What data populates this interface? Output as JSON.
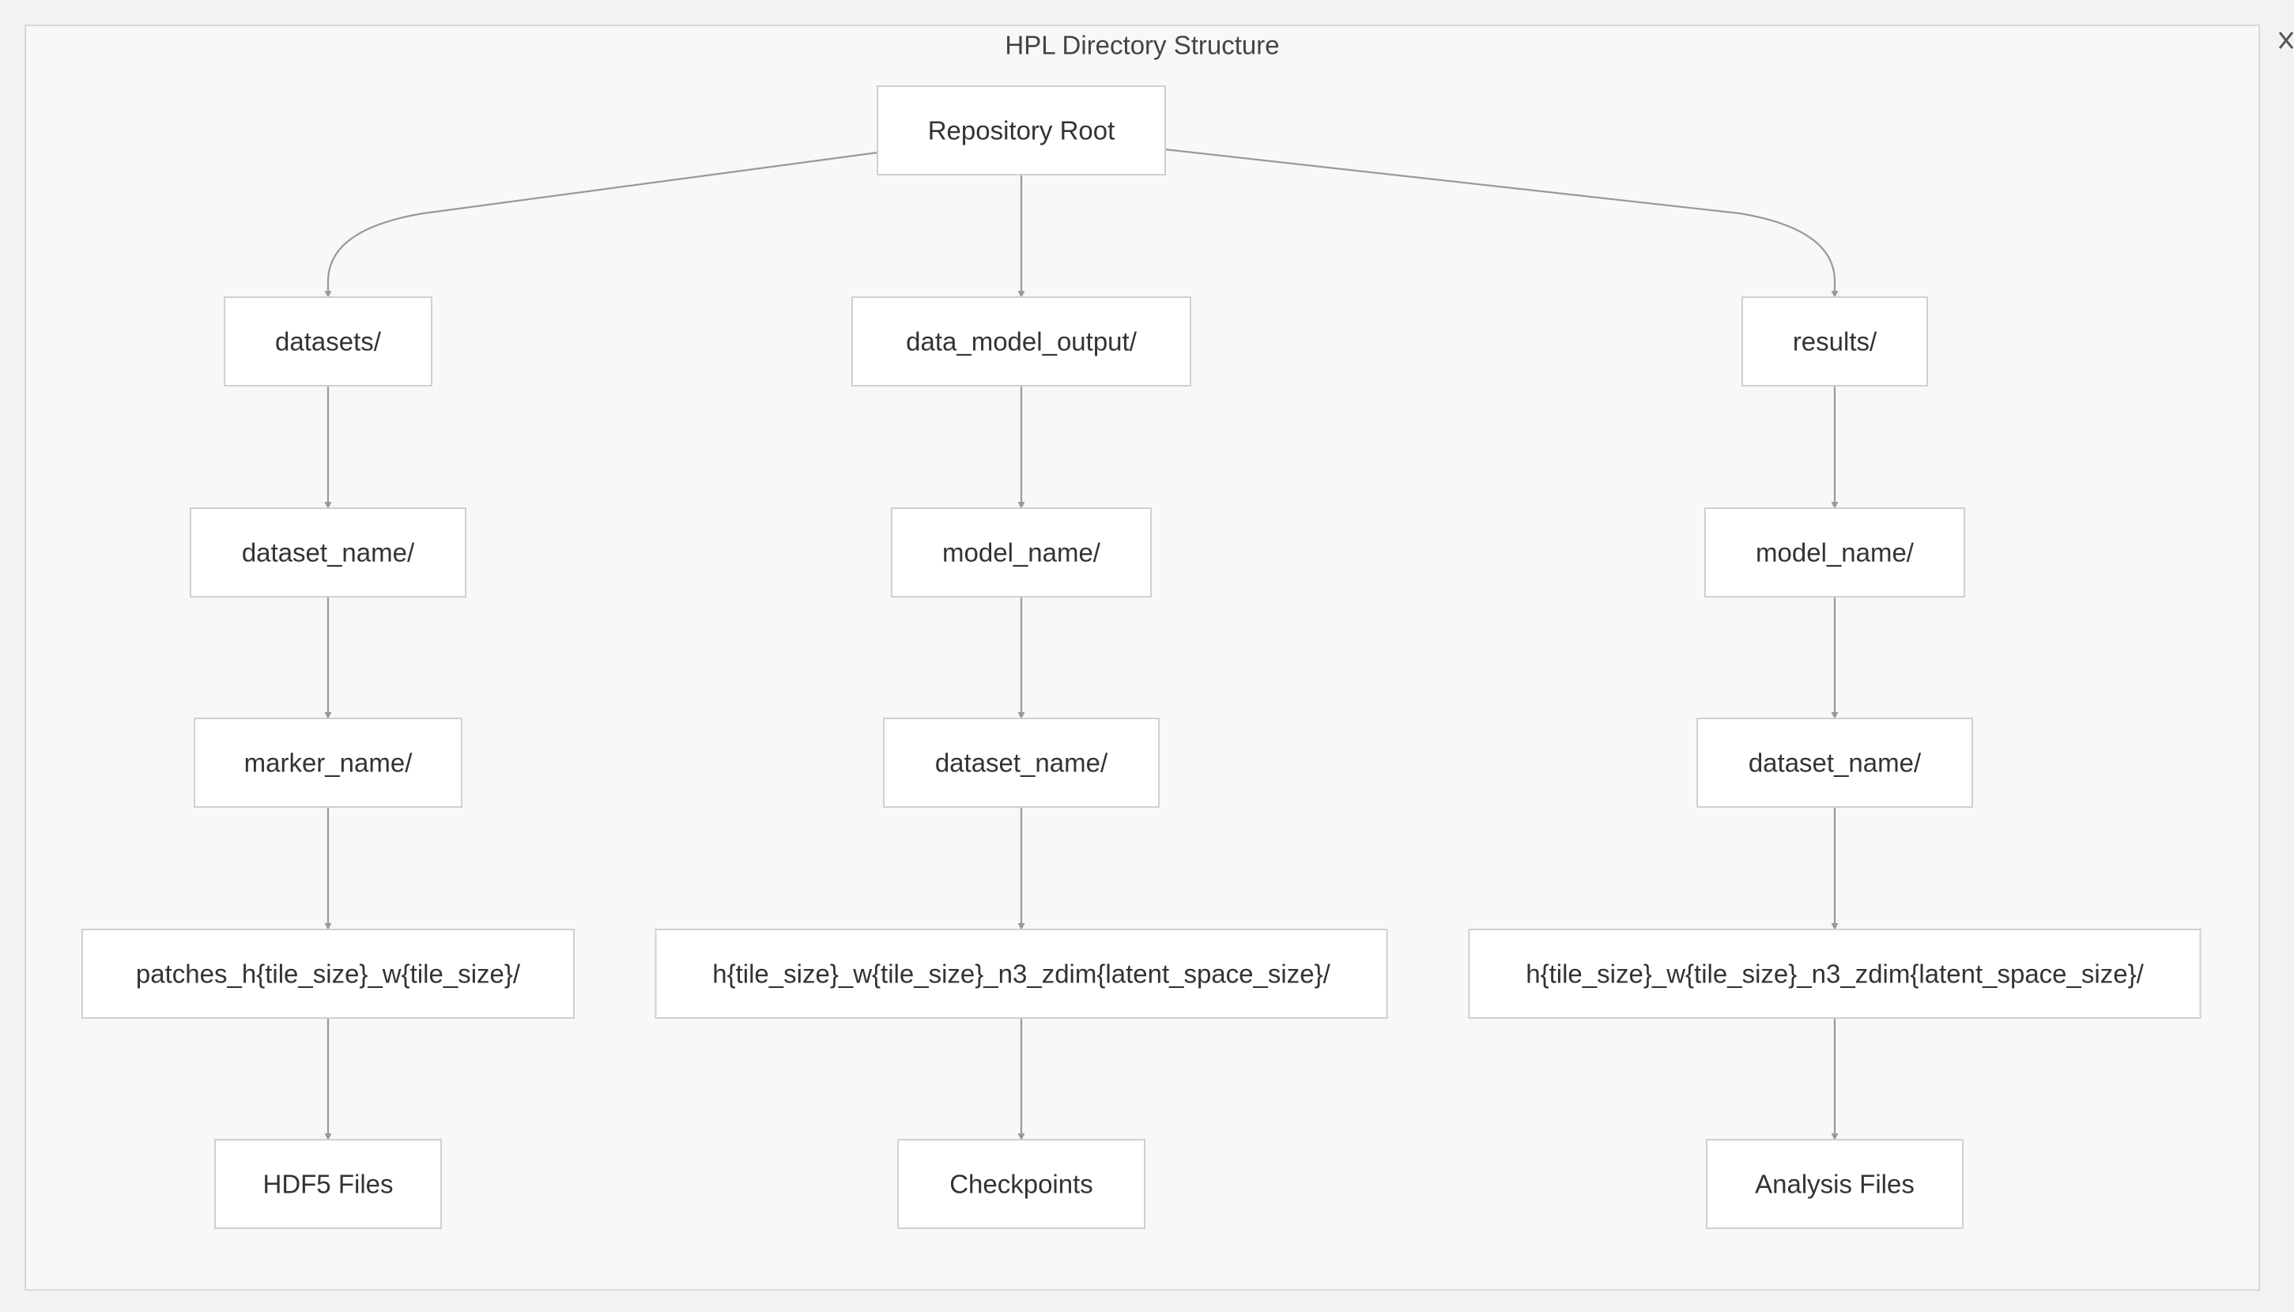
{
  "title": "HPL Directory Structure",
  "colors": {
    "page_background": "#f3f2f1",
    "panel_background": "#f8f8f8",
    "node_fill": "#ffffff",
    "node_border": "#d0d0d0",
    "edge": "#999999",
    "text": "#333333"
  },
  "icons": {
    "close": "close-icon"
  },
  "nodes": [
    {
      "id": "root",
      "label": "Repository Root"
    },
    {
      "id": "datasets",
      "label": "datasets/"
    },
    {
      "id": "dmo",
      "label": "data_model_output/"
    },
    {
      "id": "results",
      "label": "results/"
    },
    {
      "id": "ds_dataset",
      "label": "dataset_name/"
    },
    {
      "id": "dmo_model",
      "label": "model_name/"
    },
    {
      "id": "res_model",
      "label": "model_name/"
    },
    {
      "id": "ds_marker",
      "label": "marker_name/"
    },
    {
      "id": "dmo_dataset",
      "label": "dataset_name/"
    },
    {
      "id": "res_dataset",
      "label": "dataset_name/"
    },
    {
      "id": "ds_patches",
      "label": "patches_h{tile_size}_w{tile_size}/"
    },
    {
      "id": "dmo_config",
      "label": "h{tile_size}_w{tile_size}_n3_zdim{latent_space_size}/"
    },
    {
      "id": "res_config",
      "label": "h{tile_size}_w{tile_size}_n3_zdim{latent_space_size}/"
    },
    {
      "id": "ds_files",
      "label": "HDF5 Files"
    },
    {
      "id": "dmo_files",
      "label": "Checkpoints"
    },
    {
      "id": "res_files",
      "label": "Analysis Files"
    }
  ],
  "edges": [
    {
      "from": "root",
      "to": "datasets"
    },
    {
      "from": "root",
      "to": "dmo"
    },
    {
      "from": "root",
      "to": "results"
    },
    {
      "from": "datasets",
      "to": "ds_dataset"
    },
    {
      "from": "ds_dataset",
      "to": "ds_marker"
    },
    {
      "from": "ds_marker",
      "to": "ds_patches"
    },
    {
      "from": "ds_patches",
      "to": "ds_files"
    },
    {
      "from": "dmo",
      "to": "dmo_model"
    },
    {
      "from": "dmo_model",
      "to": "dmo_dataset"
    },
    {
      "from": "dmo_dataset",
      "to": "dmo_config"
    },
    {
      "from": "dmo_config",
      "to": "dmo_files"
    },
    {
      "from": "results",
      "to": "res_model"
    },
    {
      "from": "res_model",
      "to": "res_dataset"
    },
    {
      "from": "res_dataset",
      "to": "res_config"
    },
    {
      "from": "res_config",
      "to": "res_files"
    }
  ]
}
